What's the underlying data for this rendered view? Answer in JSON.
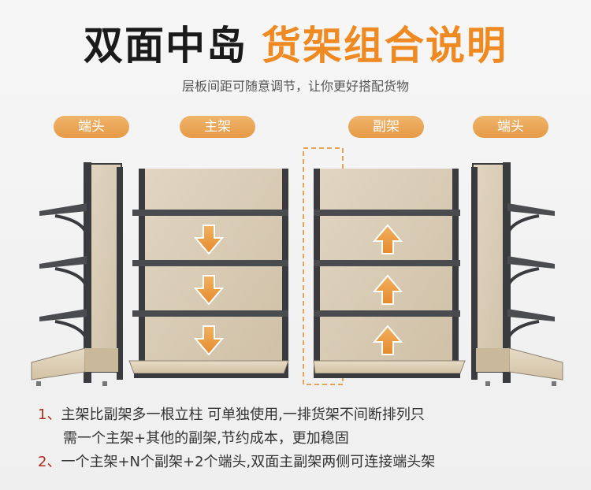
{
  "header": {
    "title_dark": "双面中岛",
    "title_orange": "货架组合说明",
    "subtitle": "层板间距可随意调节，让你更好搭配货物"
  },
  "labels": {
    "end_left": "端头",
    "main": "主架",
    "sub": "副架",
    "end_right": "端头"
  },
  "colors": {
    "accent": "#ef8a22",
    "pill": "#e9a355",
    "frame": "#3a3b3f",
    "board": "#d9cbb4",
    "number": "#b22a1e"
  },
  "notes": [
    {
      "num": "1、",
      "text": "主架比副架多一根立柱 可单独使用,一排货架不间断排列只"
    },
    {
      "num": "",
      "text": "需一个主架+其他的副架,节约成本，更加稳固"
    },
    {
      "num": "2、",
      "text": "一个主架+N个副架+2个端头,双面主副架两侧可连接端头架"
    }
  ]
}
